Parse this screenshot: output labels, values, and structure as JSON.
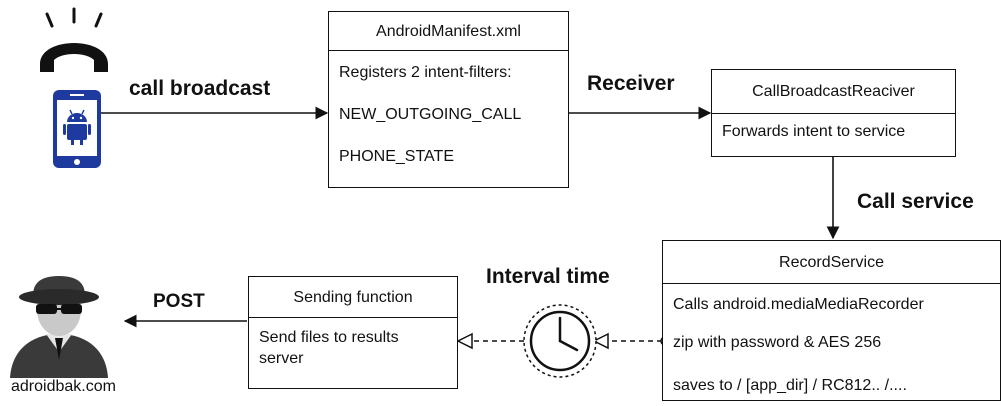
{
  "nodes": {
    "manifest": {
      "title": "AndroidManifest.xml",
      "lines": [
        "Registers 2 intent-filters:",
        "NEW_OUTGOING_CALL",
        "PHONE_STATE"
      ]
    },
    "receiver": {
      "title": "CallBroadcastReaciver",
      "lines": [
        "Forwards intent to service"
      ]
    },
    "record_service": {
      "title": "RecordService",
      "lines": [
        "Calls android.mediaMediaRecorder",
        "zip with password & AES 256",
        "saves to / [app_dir] / RC812.. /...."
      ]
    },
    "sending": {
      "title": "Sending function",
      "lines": [
        "Send files to results",
        "server"
      ]
    },
    "attacker_caption": "adroidbak.com"
  },
  "edges": {
    "call_broadcast": "call broadcast",
    "receiver": "Receiver",
    "call_service": "Call service",
    "interval_time": "Interval time",
    "post": "POST"
  },
  "icons": [
    "ringing-phone-icon",
    "android-smartphone-icon",
    "clock-icon",
    "spy-attacker-icon"
  ],
  "colors": {
    "phone_blue": "#1f3a9e",
    "android_green": "#1f3a9e",
    "stroke": "#111111"
  }
}
